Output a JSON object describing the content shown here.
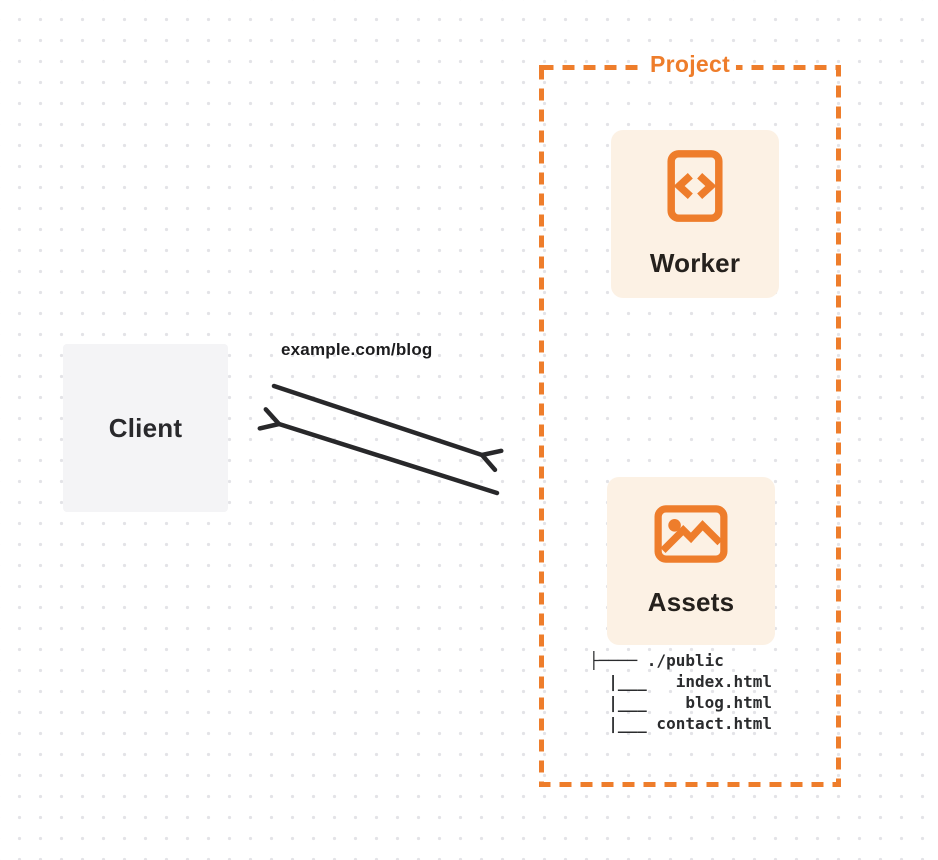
{
  "diagram": {
    "client": {
      "label": "Client"
    },
    "request": {
      "url": "example.com/blog"
    },
    "project": {
      "label": "Project",
      "worker": {
        "label": "Worker",
        "icon": "code-file-icon"
      },
      "assets": {
        "label": "Assets",
        "icon": "image-icon",
        "file_tree": [
          "├──── ./public",
          "  |___   index.html",
          "  |___    blog.html",
          "  |___ contact.html"
        ]
      }
    },
    "arrows": {
      "request_direction": "client-to-project",
      "response_direction": "project-to-client"
    },
    "colors": {
      "accent_orange": "#ee7d2b",
      "card_background": "#fcf1e4",
      "client_background": "#f4f4f6",
      "ink": "#28282a",
      "dot_grid": "#e3e3e7"
    }
  }
}
